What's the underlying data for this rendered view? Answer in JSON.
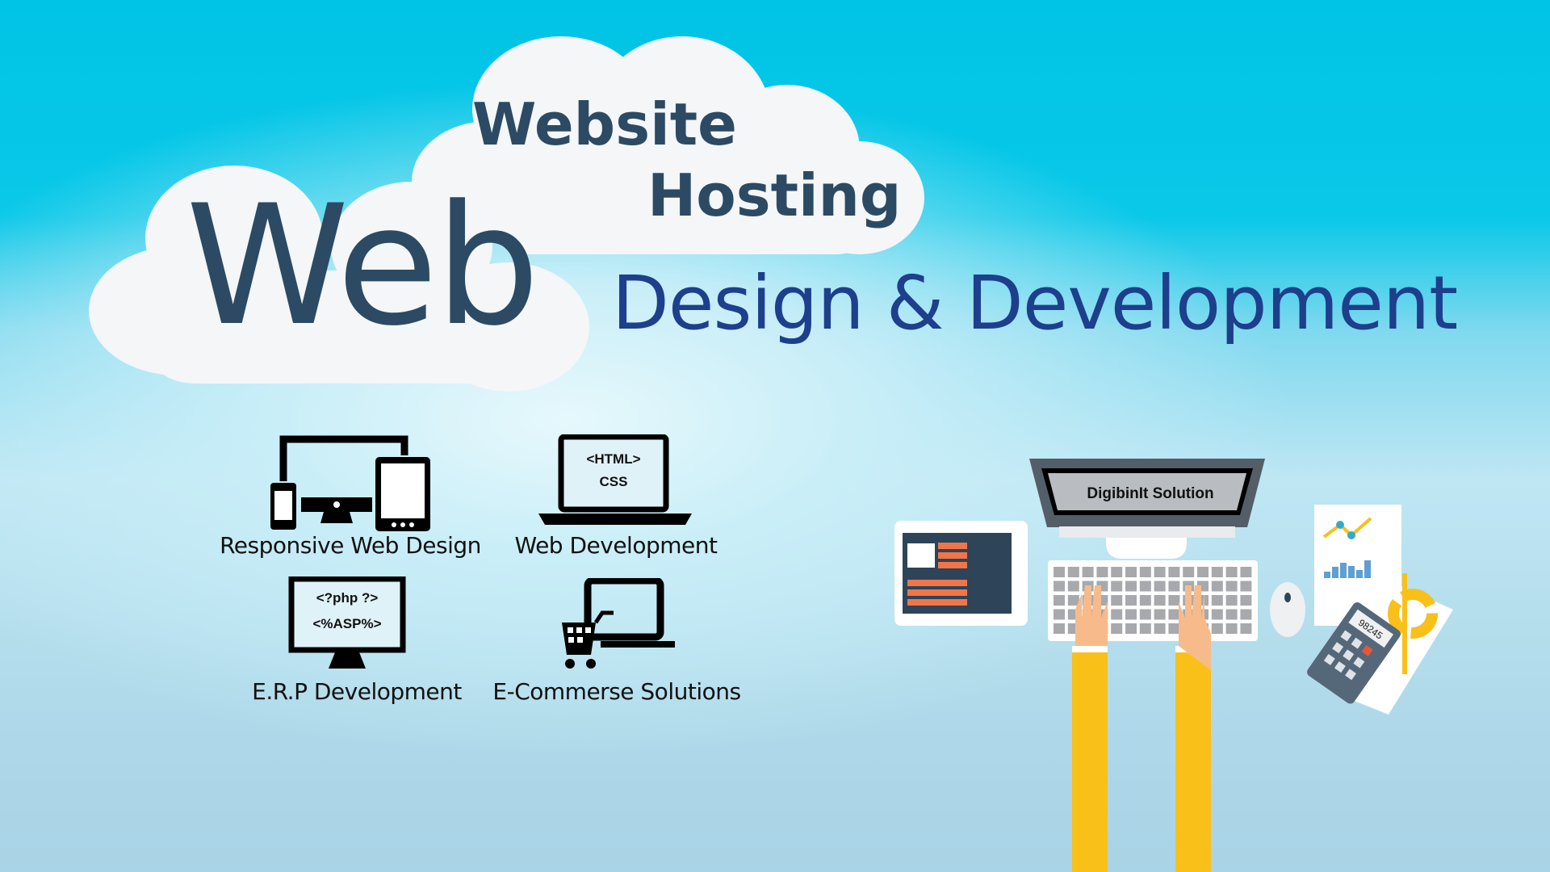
{
  "headline": {
    "web": "Web",
    "website": "Website",
    "hosting": "Hosting",
    "subtitle": "Design & Development"
  },
  "services": [
    {
      "label": "Responsive Web Design",
      "icon": "responsive-devices-icon"
    },
    {
      "label": "Web Development",
      "icon": "laptop-code-icon",
      "screen_lines": [
        "<HTML>",
        "CSS"
      ]
    },
    {
      "label": "E.R.P Development",
      "icon": "monitor-code-icon",
      "screen_lines": [
        "<?php ?>",
        "<%ASP%>"
      ]
    },
    {
      "label": "E-Commerse Solutions",
      "icon": "cart-laptop-icon"
    }
  ],
  "illustration": {
    "monitor_text": "DigibinIt Solution",
    "calculator_display": "98245"
  },
  "colors": {
    "sky": "#00c4e6",
    "title_dark": "#2c4a63",
    "subtitle_blue": "#1d3f8c",
    "sleeve_yellow": "#f9c01a",
    "orange_bars": "#f0754a"
  }
}
